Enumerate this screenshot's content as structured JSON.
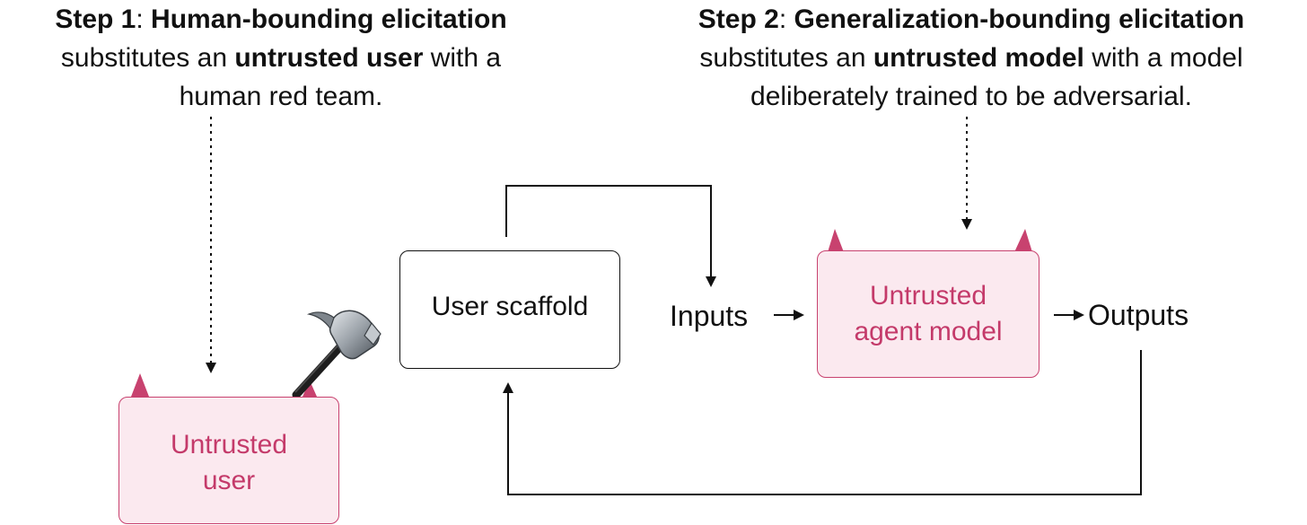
{
  "step1": {
    "heading_bold": "Step 1",
    "heading_colon": ": ",
    "heading_title": "Human-bounding elicitation",
    "line2_pre": "substitutes an ",
    "line2_bold": "untrusted user",
    "line2_post": " with a",
    "line3": "human red team."
  },
  "step2": {
    "heading_bold": "Step 2",
    "heading_colon": ": ",
    "heading_title": "Generalization-bounding elicitation",
    "line2_pre": "substitutes an ",
    "line2_bold": "untrusted model",
    "line2_post": " with a model",
    "line3": "deliberately trained to be adversarial."
  },
  "nodes": {
    "untrusted_user_line1": "Untrusted",
    "untrusted_user_line2": "user",
    "user_scaffold": "User scaffold",
    "agent_line1": "Untrusted",
    "agent_line2": "agent model",
    "inputs": "Inputs",
    "outputs": "Outputs"
  },
  "icons": {
    "hammer": "hammer-icon",
    "devil_horns": "devil-horns-icon"
  },
  "colors": {
    "adversary_fill": "#fbe9ef",
    "adversary_stroke": "#c8426f",
    "adversary_text": "#c43a6a",
    "ink": "#111111"
  }
}
